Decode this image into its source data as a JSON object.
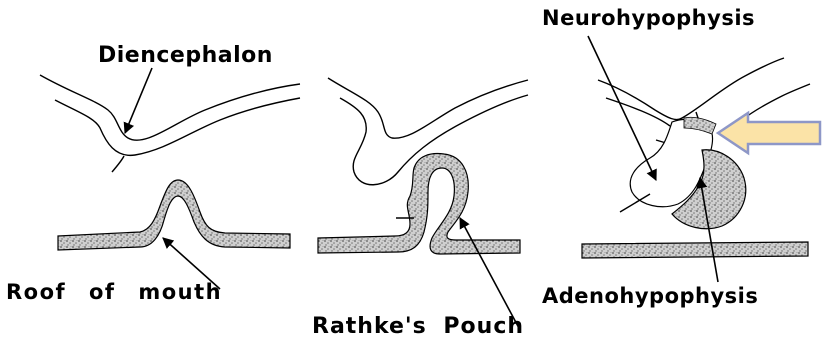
{
  "labels": {
    "diencephalon": "Diencephalon",
    "neurohypophysis": "Neurohypophysis",
    "roof_of_mouth": "Roof of mouth",
    "rathkes_pouch": "Rathke's Pouch",
    "adenohypophysis": "Adenohypophysis"
  },
  "colors": {
    "arrow_fill": "#FBE3A7",
    "arrow_stroke": "#8E97C7",
    "stipple": "#9c9c9c",
    "line": "#000000"
  },
  "icons": {
    "highlight_arrow": "left-arrow-icon"
  }
}
